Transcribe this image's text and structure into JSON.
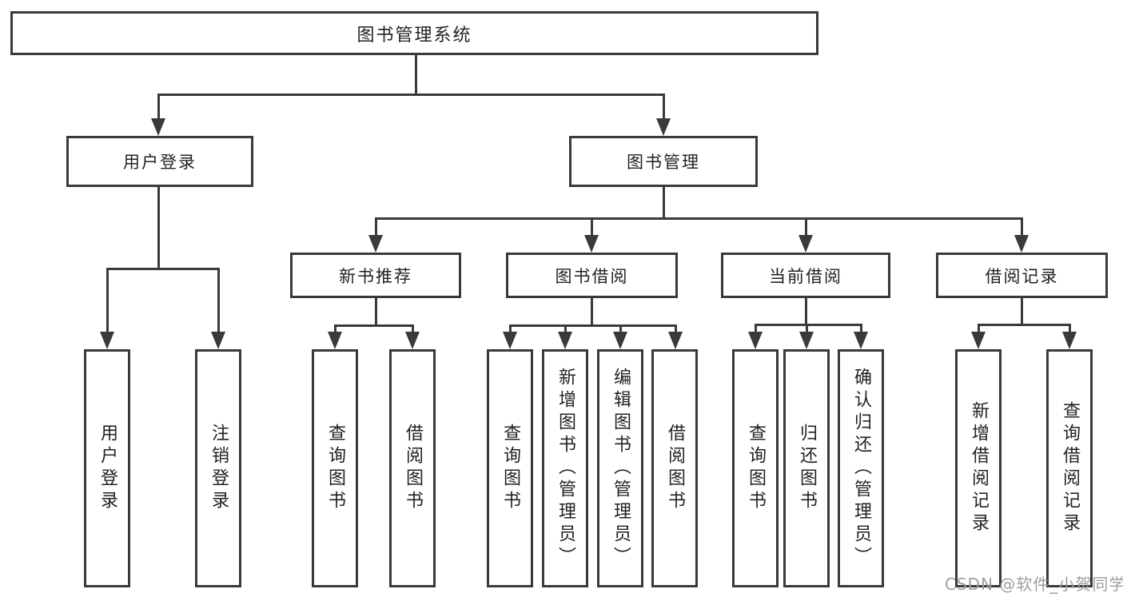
{
  "diagram_type": "hierarchy",
  "colors": {
    "line": "#3a3a3a",
    "text": "#222222",
    "watermark": "#9e9e9e",
    "background": "#ffffff"
  },
  "tree": {
    "label": "图书管理系统",
    "children": [
      {
        "label": "用户登录",
        "children": [
          {
            "label": "用户登录"
          },
          {
            "label": "注销登录"
          }
        ]
      },
      {
        "label": "图书管理",
        "children": [
          {
            "label": "新书推荐",
            "children": [
              {
                "label": "查询图书"
              },
              {
                "label": "借阅图书"
              }
            ]
          },
          {
            "label": "图书借阅",
            "children": [
              {
                "label": "查询图书"
              },
              {
                "label": "新增图书（管理员）"
              },
              {
                "label": "编辑图书（管理员）"
              },
              {
                "label": "借阅图书"
              }
            ]
          },
          {
            "label": "当前借阅",
            "children": [
              {
                "label": "查询图书"
              },
              {
                "label": "归还图书"
              },
              {
                "label": "确认归还（管理员）"
              }
            ]
          },
          {
            "label": "借阅记录",
            "children": [
              {
                "label": "新增借阅记录"
              },
              {
                "label": "查询借阅记录"
              }
            ]
          }
        ]
      }
    ]
  },
  "watermark": "CSDN @软件_小贺同学"
}
